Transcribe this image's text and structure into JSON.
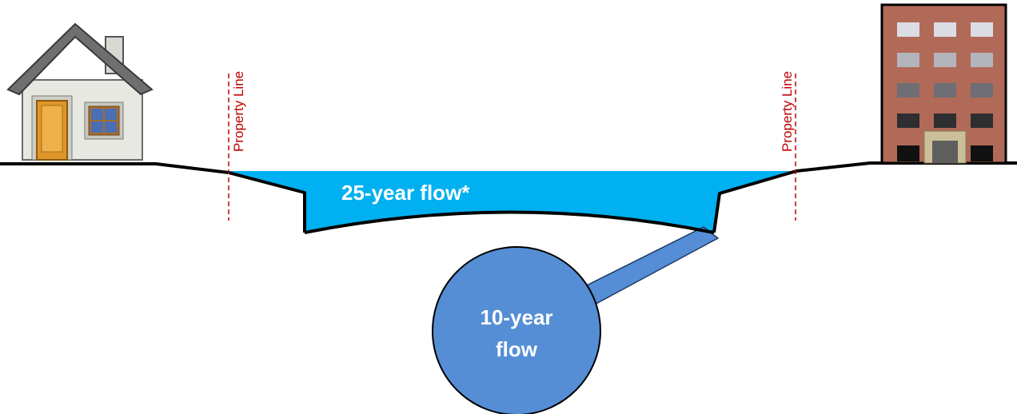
{
  "diagram": {
    "flow_25": "25-year flow*",
    "flow_10_line1": "10-year",
    "flow_10_line2": "flow",
    "property_line_left": "Property Line",
    "property_line_right": "Property Line"
  },
  "colors": {
    "water": "#00b0f0",
    "pipe": "#558ed5",
    "pipe_stroke": "#1f3864",
    "ground": "#000000",
    "property_line": "#c00000",
    "building_brick": "#b06a57"
  },
  "icons": {
    "house": "house-icon",
    "building": "office-building-icon"
  }
}
